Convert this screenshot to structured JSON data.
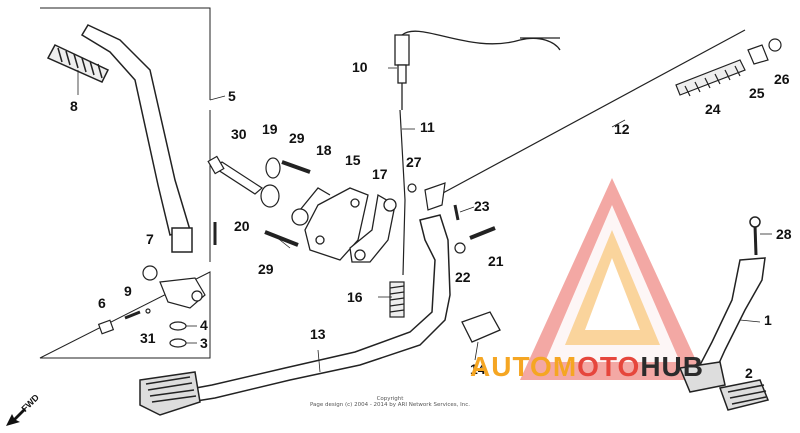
{
  "parts": {
    "p1": "1",
    "p2": "2",
    "p3": "3",
    "p4": "4",
    "p5": "5",
    "p6": "6",
    "p7": "7",
    "p8": "8",
    "p9": "9",
    "p10": "10",
    "p11": "11",
    "p12": "12",
    "p13": "13",
    "p14": "14",
    "p15": "15",
    "p16": "16",
    "p17": "17",
    "p18": "18",
    "p19": "19",
    "p20": "20",
    "p21": "21",
    "p22": "22",
    "p23": "23",
    "p24": "24",
    "p25": "25",
    "p26": "26",
    "p27": "27",
    "p28": "28",
    "p29a": "29",
    "p29b": "29",
    "p30": "30",
    "p31": "31"
  },
  "fwd_label": "FWD",
  "copyright": {
    "line1": "Copyright",
    "line2": "Page design (c) 2004 - 2014 by ARI Network Services, Inc."
  },
  "watermark": {
    "part1": "AUTOM",
    "part2": "OTO",
    "part3": "HUB",
    "colors": {
      "orange": "#f5a623",
      "red": "#e6463c",
      "dark": "#2b2b2b"
    }
  }
}
